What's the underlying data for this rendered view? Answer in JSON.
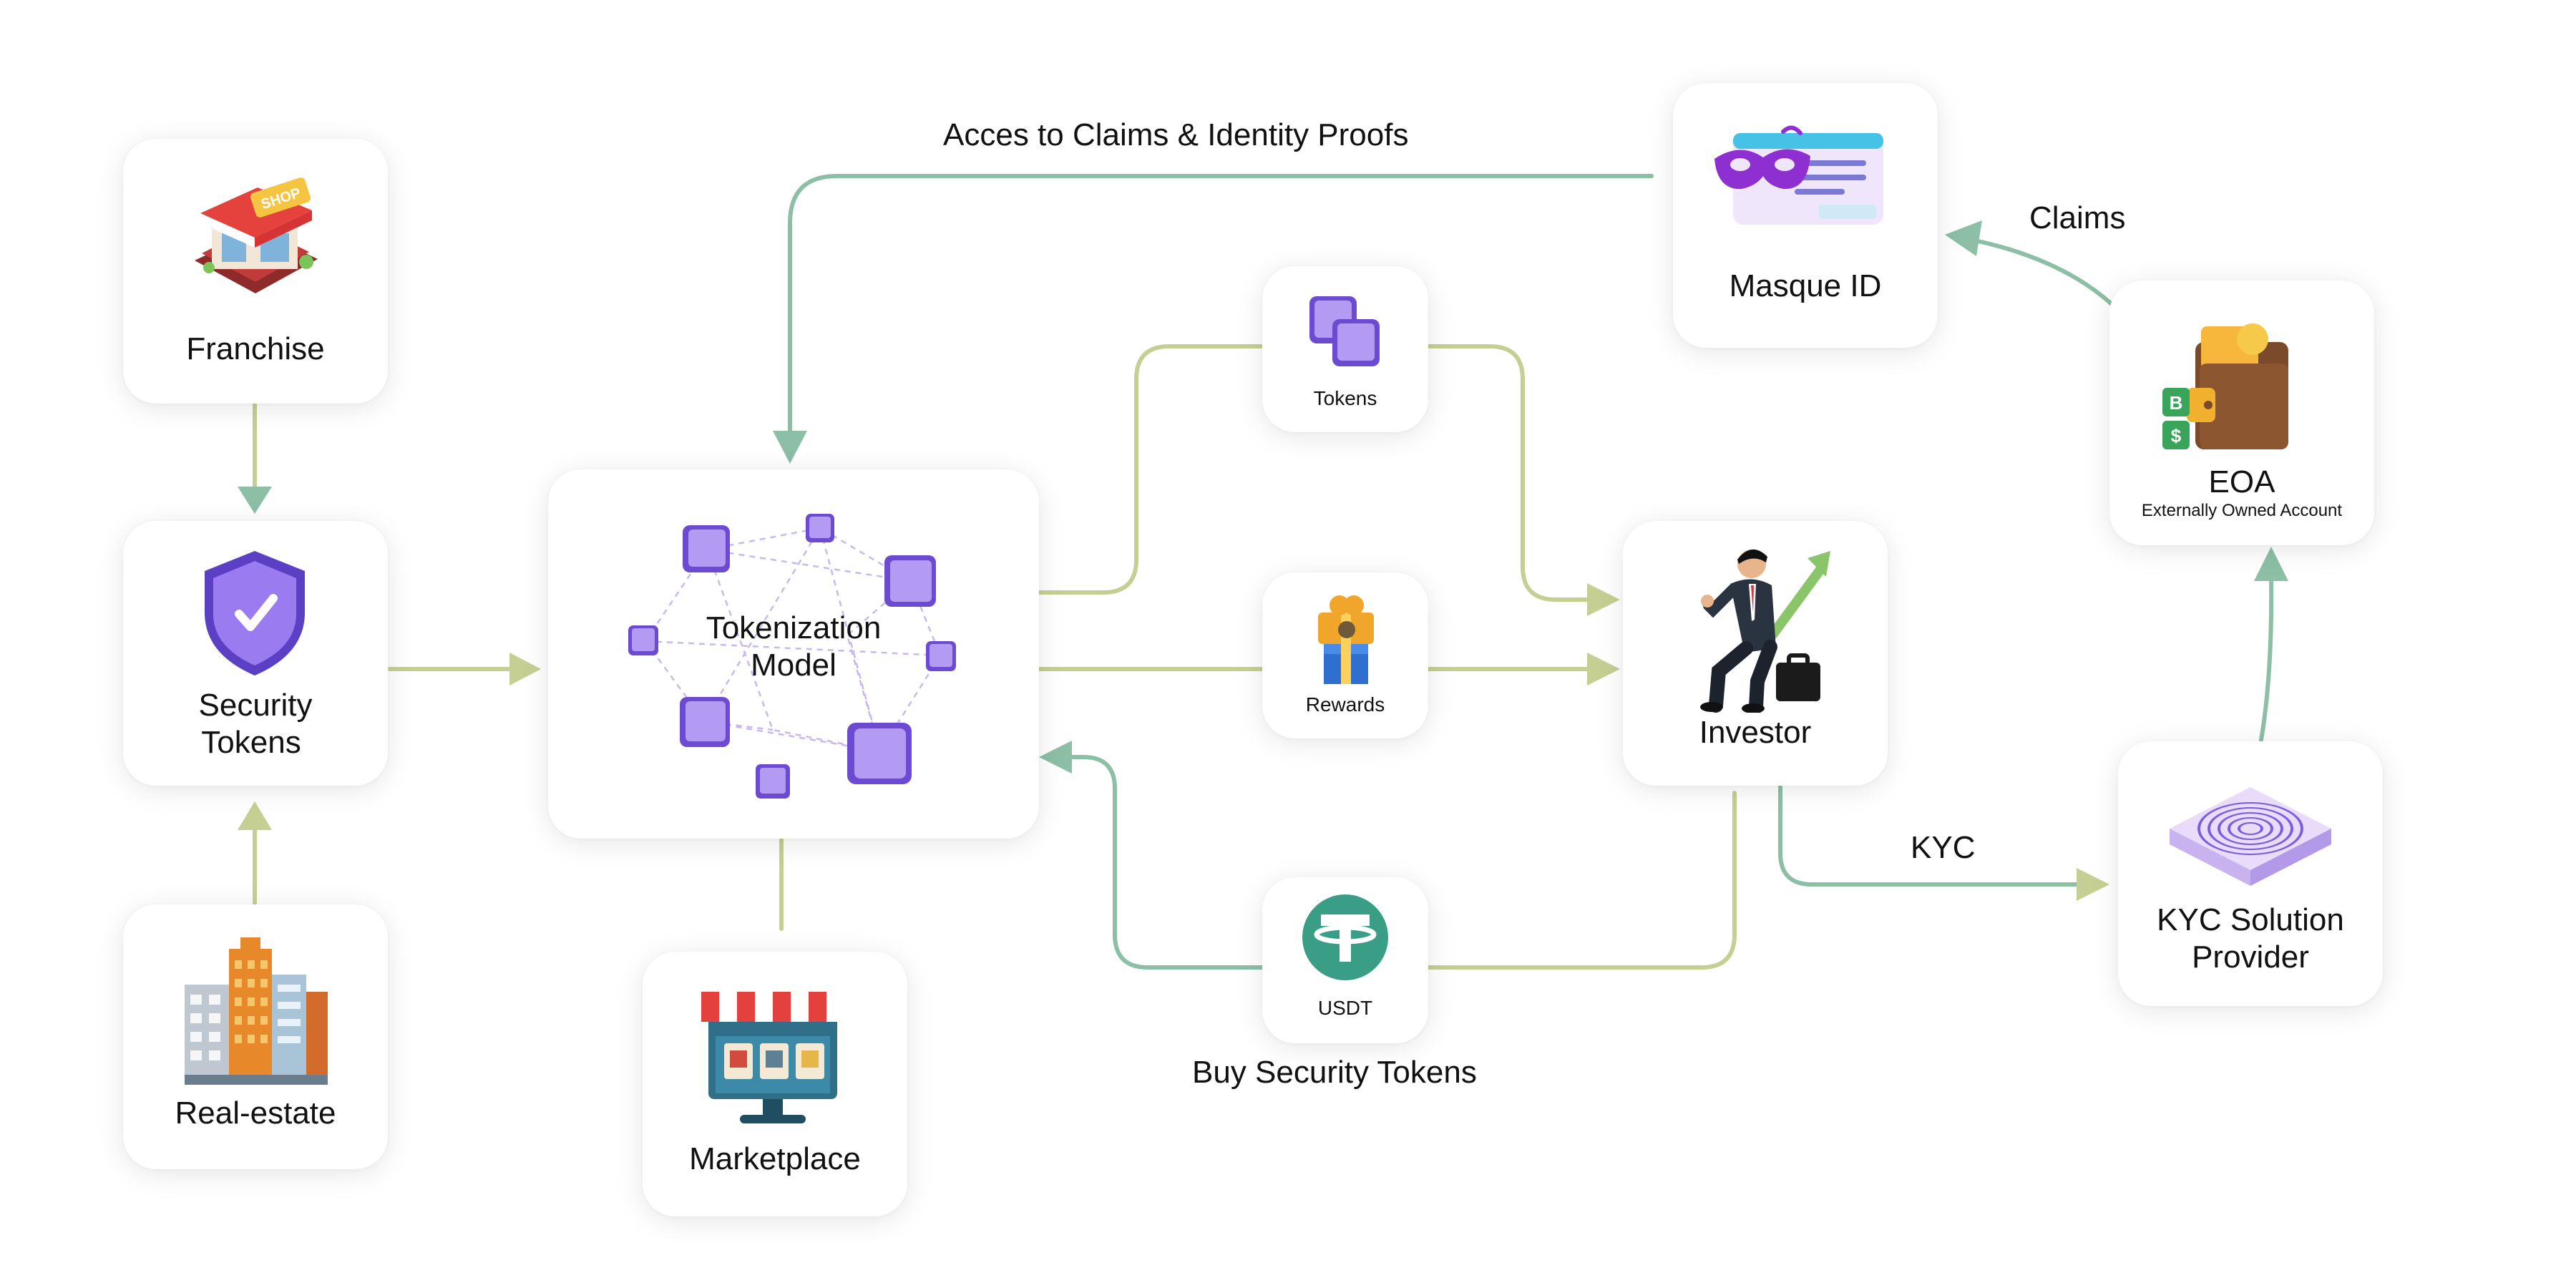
{
  "nodes": {
    "franchise": "Franchise",
    "security_tokens_line1": "Security",
    "security_tokens_line2": "Tokens",
    "real_estate": "Real-estate",
    "tokenization_line1": "Tokenization",
    "tokenization_line2": "Model",
    "marketplace": "Marketplace",
    "tokens": "Tokens",
    "rewards": "Rewards",
    "usdt": "USDT",
    "investor": "Investor",
    "masque_id": "Masque ID",
    "eoa": "EOA",
    "eoa_sub": "Externally Owned Account",
    "kyc_provider_line1": "KYC Solution",
    "kyc_provider_line2": "Provider"
  },
  "edge_labels": {
    "claims_access": "Acces to Claims & Identity Proofs",
    "claims": "Claims",
    "kyc": "KYC",
    "buy": "Buy Security Tokens"
  },
  "icons": {
    "shop_sign": "SHOP",
    "usdt_symbol": "T",
    "eoa_badge_top": "B",
    "eoa_badge_bottom": "$"
  },
  "colors": {
    "edge_olive": "#c6cf93",
    "edge_teal": "#8cbfa6",
    "token_purple": "#8b63e0",
    "usdt_green": "#3a9e86"
  }
}
